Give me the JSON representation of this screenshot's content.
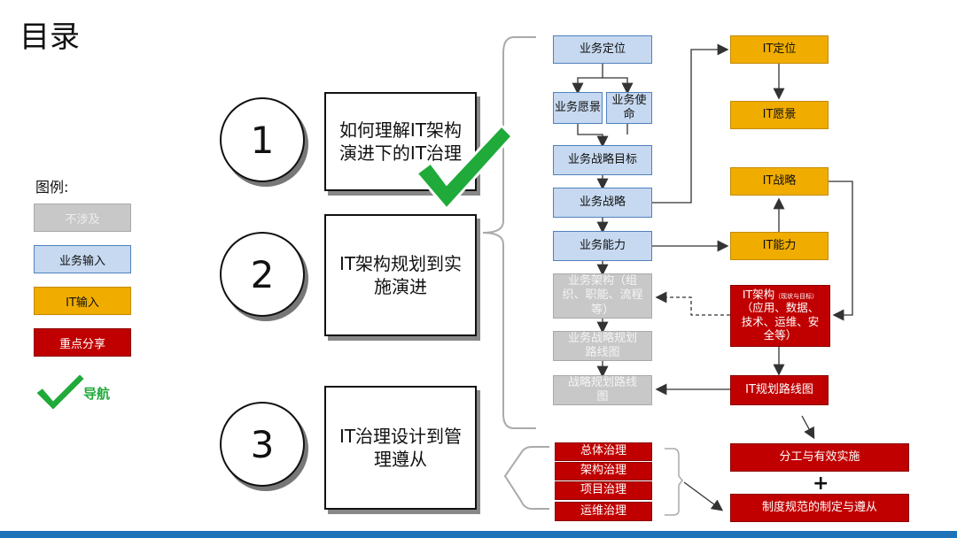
{
  "title": "目录",
  "legend": {
    "title": "图例:",
    "not_involved": "不涉及",
    "business_input": "业务输入",
    "it_input": "IT输入",
    "key_share": "重点分享",
    "nav": "导航"
  },
  "sections": [
    {
      "number": "1",
      "title": "如何理解IT架构演进下的IT治理"
    },
    {
      "number": "2",
      "title": "IT架构规划到实施演进"
    },
    {
      "number": "3",
      "title": "IT治理设计到管理遵从"
    }
  ],
  "business": {
    "positioning": "业务定位",
    "vision": "业务愿景",
    "mission": "业务使命",
    "strategic_goals": "业务战略目标",
    "strategy": "业务战略",
    "capability": "业务能力",
    "architecture": "业务架构（组织、职能、流程等）",
    "strategy_roadmap": "业务战略规划路线图",
    "strategy_planning_roadmap": "战略规划路线图"
  },
  "it": {
    "positioning": "IT定位",
    "vision": "IT愿景",
    "strategy": "IT战略",
    "capability": "IT能力",
    "architecture": "IT架构",
    "architecture_note": "（现状与目标）",
    "architecture_detail": "（应用、数据、技术、运维、安全等）",
    "roadmap": "IT规划路线图"
  },
  "governance": {
    "overall": "总体治理",
    "architecture": "架构治理",
    "project": "项目治理",
    "operations": "运维治理",
    "division": "分工与有效实施",
    "plus": "+",
    "policy": "制度规范的制定与遵从"
  },
  "colors": {
    "business": "#c6d9f0",
    "it": "#f0ad00",
    "key": "#c00000",
    "inactive": "#c8c8c8",
    "checkmark": "#1faa3a",
    "bottom_bar": "#1d72b8"
  }
}
